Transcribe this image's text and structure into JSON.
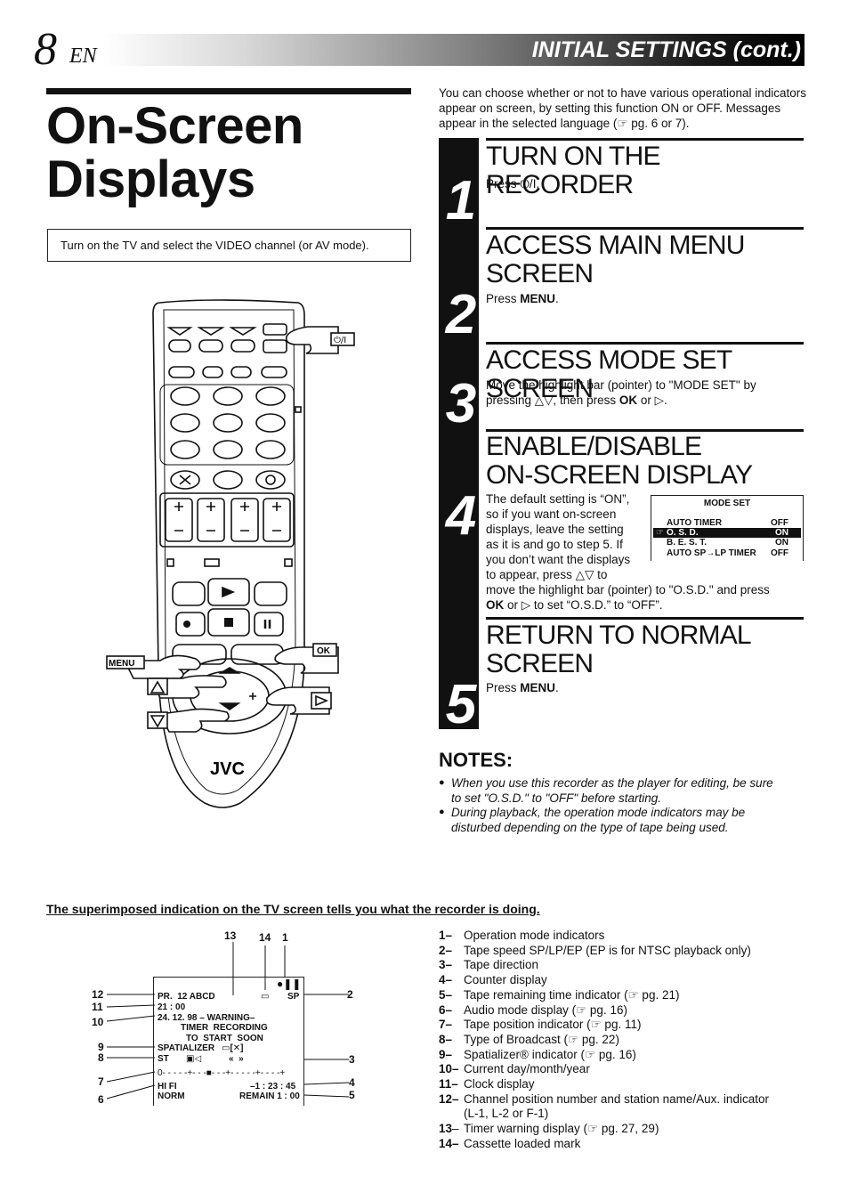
{
  "header": {
    "page_number": "8",
    "lang": "EN",
    "section_title": "INITIAL SETTINGS (cont.)"
  },
  "title": {
    "line1": "On-Screen",
    "line2": "Displays"
  },
  "tv_instruction": "Turn on the TV and select the VIDEO channel (or AV mode).",
  "intro": "You can choose whether or not to have various operational indicators appear on screen, by setting this function ON or OFF. Messages appear in the selected language (☞ pg. 6 or 7).",
  "steps": [
    {
      "num": "1",
      "heading_l1": "TURN ON THE RECORDER",
      "heading_l2": "",
      "body": "Press ⏻/I."
    },
    {
      "num": "2",
      "heading_l1": "ACCESS MAIN MENU",
      "heading_l2": "SCREEN",
      "body_pre": "Press ",
      "body_bold": "MENU",
      "body_post": "."
    },
    {
      "num": "3",
      "heading_l1": "ACCESS MODE SET SCREEN",
      "heading_l2": "",
      "body_l1": "Move the highlight bar (pointer) to \"MODE SET\" by",
      "body_l2_pre": "pressing △▽, then press ",
      "body_l2_bold": "OK",
      "body_l2_post": " or ▷."
    },
    {
      "num": "4",
      "heading_l1": "ENABLE/DISABLE",
      "heading_l2": "ON-SCREEN DISPLAY",
      "body_lines": [
        "The default setting is “ON”,",
        "so if you want on-screen",
        "displays, leave the setting",
        "as it is and go to step 5. If",
        "you don’t want the displays",
        "to appear, press △▽ to"
      ],
      "body_l7": "move the highlight bar (pointer) to \"O.S.D.\" and press",
      "body_l8_bold": "OK",
      "body_l8_post": " or ▷ to set “O.S.D.” to “OFF”."
    },
    {
      "num": "5",
      "heading_l1": "RETURN TO NORMAL",
      "heading_l2": "SCREEN",
      "body_pre": "Press ",
      "body_bold": "MENU",
      "body_post": "."
    }
  ],
  "mode_set": {
    "title": "MODE SET",
    "rows": [
      {
        "label": "AUTO TIMER",
        "value": "OFF",
        "highlight": false
      },
      {
        "label": "O. S. D.",
        "value": "ON",
        "highlight": true
      },
      {
        "label": "B. E. S. T.",
        "value": "ON",
        "highlight": false
      },
      {
        "label": "AUTO SP→LP TIMER",
        "value": "OFF",
        "highlight": false
      }
    ]
  },
  "notes": {
    "heading": "NOTES:",
    "items": [
      {
        "l1": "When you use this recorder as the player for editing, be sure",
        "l2": "to set \"O.S.D.\" to  \"OFF\" before starting."
      },
      {
        "l1": "During playback, the operation mode indicators may be",
        "l2": "disturbed depending on the type of tape being used."
      }
    ]
  },
  "remote": {
    "menu_label": "MENU",
    "ok_label": "OK",
    "brand": "JVC",
    "power_label": "⏻/I"
  },
  "superimposed_heading": "The superimposed indication on the TV screen tells you what the recorder is doing.",
  "osd_screen": {
    "pr": "PR.  12 ABCD",
    "clock": "21 : 00",
    "warning1": "24. 12. 98 – WARNING–",
    "warning2": "TIMER  RECORDING",
    "warning3": "TO  START  SOON",
    "spatializer": "SPATIALIZER",
    "st": "ST",
    "dir": "«  »",
    "sp": "SP",
    "tape_pos": "0- - - - -+- - -■- - -+- - - - -+- - - -+",
    "hifi": "HI FI",
    "counter": "–1 : 23 : 45",
    "norm": "NORM",
    "remain": "REMAIN 1 : 00"
  },
  "callouts": [
    "13",
    "14",
    "1",
    "12",
    "11",
    "10",
    "9",
    "8",
    "7",
    "6",
    "2",
    "3",
    "4",
    "5"
  ],
  "legend": [
    {
      "n": "1",
      "text": "Operation mode indicators"
    },
    {
      "n": "2",
      "text": "Tape speed SP/LP/EP (EP is for NTSC playback only)"
    },
    {
      "n": "3",
      "text": "Tape direction"
    },
    {
      "n": "4",
      "text": "Counter display"
    },
    {
      "n": "5",
      "text": "Tape remaining time indicator (☞ pg. 21)"
    },
    {
      "n": "6",
      "text": "Audio mode display (☞ pg. 16)"
    },
    {
      "n": "7",
      "text": "Tape position indicator (☞ pg. 11)"
    },
    {
      "n": "8",
      "text": "Type of Broadcast (☞ pg. 22)"
    },
    {
      "n": "9",
      "text": "Spatializer® indicator (☞ pg. 16)"
    },
    {
      "n": "10",
      "text": "Current day/month/year"
    },
    {
      "n": "11",
      "text": "Clock display"
    },
    {
      "n": "12",
      "text": "Channel position number and station name/Aux. indicator"
    },
    {
      "n": "",
      "text": "(L-1, L-2 or F-1)"
    },
    {
      "n": "13",
      "text": "Timer warning display (☞ pg. 27, 29)"
    },
    {
      "n": "14",
      "text": "Cassette loaded mark"
    }
  ]
}
